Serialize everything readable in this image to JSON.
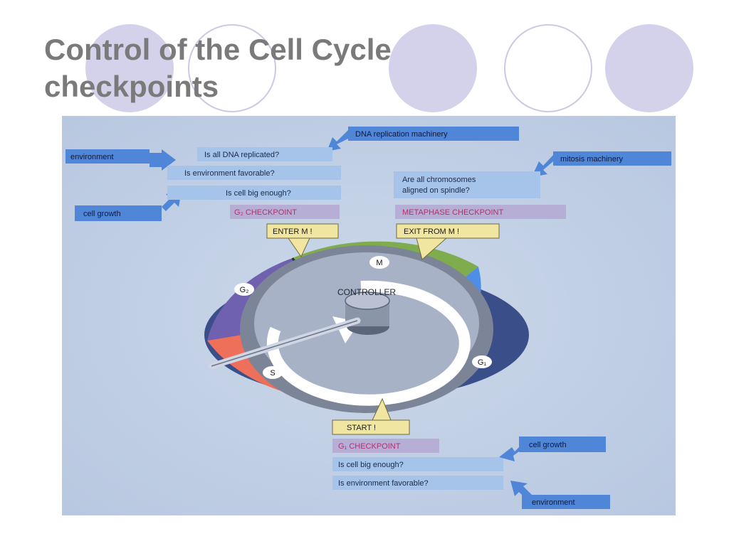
{
  "title": {
    "line1": "Control of the Cell Cycle",
    "line2": "checkpoints"
  },
  "colors": {
    "title": "#7a7a7a",
    "decor_circle": "#d4d1ea",
    "background_panel": "#c2cfe4",
    "arrow_blue": "#4f86d8",
    "question_box": "#a6c4ea",
    "checkpoint_box": "#b7aed6",
    "checkpoint_text": "#b0306a",
    "callout_box": "#f0e6a2",
    "phase_M": "#7fac4c",
    "phase_G1": "#4f8ee6",
    "phase_S": "#ee6f5a",
    "phase_G2": "#6f61b0",
    "controller": "#8b95a8"
  },
  "diagram": {
    "g2": {
      "inputs": {
        "environment": "environment",
        "cell_growth": "cell growth",
        "dna_machinery": "DNA replication machinery"
      },
      "questions": [
        "Is all DNA replicated?",
        "Is environment favorable?",
        "Is cell big enough?"
      ],
      "checkpoint": "G₂ CHECKPOINT",
      "callout": "ENTER M !"
    },
    "metaphase": {
      "input": "mitosis machinery",
      "question_line1": "Are all chromosomes",
      "question_line2": "aligned on spindle?",
      "checkpoint": "METAPHASE CHECKPOINT",
      "callout": "EXIT FROM M !"
    },
    "g1": {
      "callout": "START !",
      "checkpoint": "G₁ CHECKPOINT",
      "questions": [
        "Is cell big enough?",
        "Is environment favorable?"
      ],
      "inputs": {
        "cell_growth": "cell growth",
        "environment": "environment"
      }
    },
    "phases": {
      "M": "M",
      "G1": "G₁",
      "S": "S",
      "G2": "G₂"
    },
    "center_label": "CONTROLLER"
  }
}
